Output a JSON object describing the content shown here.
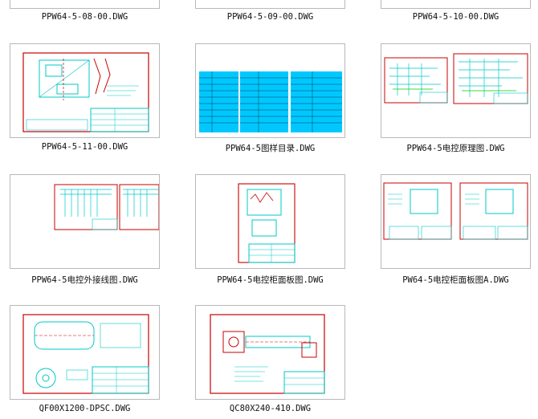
{
  "files": [
    {
      "name": "PPW64-5-08-00.DWG"
    },
    {
      "name": "PPW64-5-09-00.DWG"
    },
    {
      "name": "PPW64-5-10-00.DWG"
    },
    {
      "name": "PPW64-5-11-00.DWG"
    },
    {
      "name": "PPW64-5图样目录.DWG"
    },
    {
      "name": "PPW64-5电控原理图.DWG"
    },
    {
      "name": "PPW64-5电控外接线图.DWG"
    },
    {
      "name": "PPW64-5电控柜面板图.DWG"
    },
    {
      "name": "PW64-5电控柜面板图A.DWG"
    },
    {
      "name": "QF00X1200-DPSC.DWG"
    },
    {
      "name": "QC80X240-410.DWG"
    }
  ],
  "colors": {
    "frame": "#c80000",
    "line": "#00c8c8",
    "table": "#00c8ff",
    "accent": "#00d000"
  }
}
